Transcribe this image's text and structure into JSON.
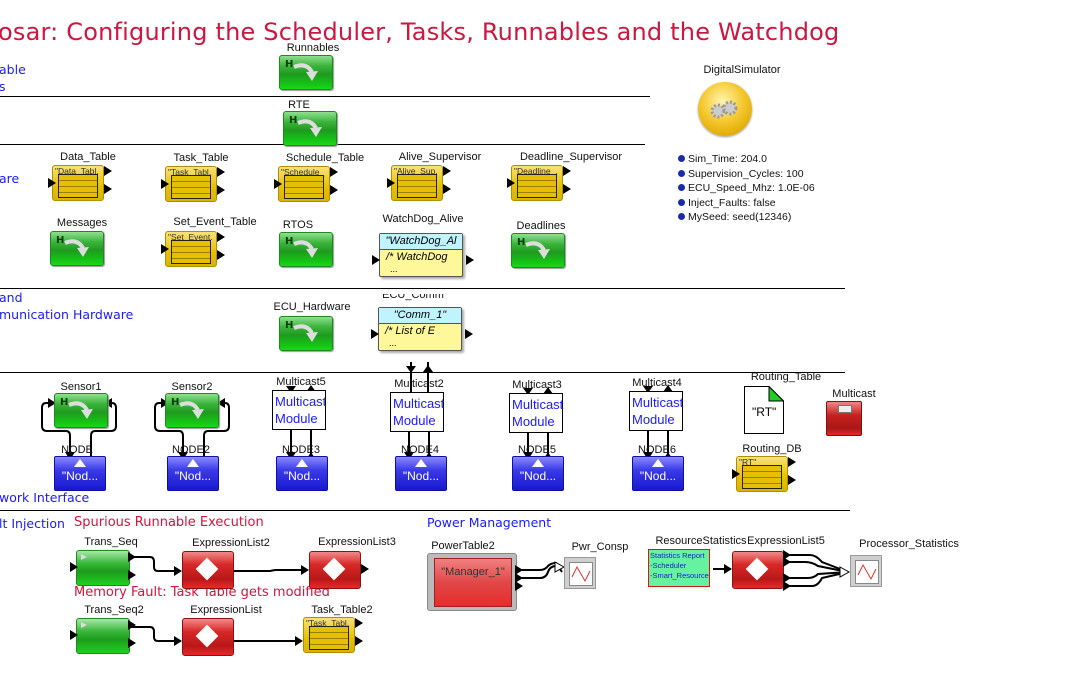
{
  "title": "osar: Configuring the Scheduler, Tasks, Runnables and the Watchdog",
  "sections": {
    "runnable": [
      "able",
      "s"
    ],
    "software": "are",
    "hardware": [
      "and",
      "munication Hardware"
    ],
    "network": "work Interface",
    "fault_injection": "lt Injection",
    "power_management": "Power Management"
  },
  "notes": {
    "spurious": "Spurious Runnable Execution",
    "memory_fault": "Memory Fault: Task Table gets modified"
  },
  "blocks": {
    "runnables": "Runnables",
    "rte": "RTE",
    "data_table": {
      "label": "Data_Table",
      "value": "\"Data_Tabl..."
    },
    "task_table": {
      "label": "Task_Table",
      "value": "\"Task_Tabl..."
    },
    "schedule_table": {
      "label": "Schedule_Table",
      "value": "\"Schedule_..."
    },
    "alive_supervisor": {
      "label": "Alive_Supervisor",
      "value": "\"Alive_Sup..."
    },
    "deadline_supervisor": {
      "label": "Deadline_Supervisor",
      "value": "\"Deadline_..."
    },
    "messages": "Messages",
    "set_event_table": {
      "label": "Set_Event_Table",
      "value": "\"Set_Event..."
    },
    "rtos": "RTOS",
    "watchdog_alive": {
      "label": "WatchDog_Alive",
      "header": "\"WatchDog_Al",
      "line": "/* WatchDog",
      "dots": "..."
    },
    "deadlines": "Deadlines",
    "ecu_hardware": "ECU_Hardware",
    "ecu_comm": {
      "label": "ECU_Comm",
      "header": "\"Comm_1\"",
      "line": "/* List of E",
      "dots": "..."
    },
    "sensor1": "Sensor1",
    "sensor2": "Sensor2",
    "multicast_modules": [
      {
        "label": "Multicast5",
        "text1": "Multicast",
        "text2": "Module"
      },
      {
        "label": "Multicast2",
        "text1": "Multicast",
        "text2": "Module"
      },
      {
        "label": "Multicast3",
        "text1": "Multicast",
        "text2": "Module"
      },
      {
        "label": "Multicast4",
        "text1": "Multicast",
        "text2": "Module"
      }
    ],
    "nodes": [
      {
        "label": "NODE",
        "value": "\"Nod..."
      },
      {
        "label": "NODE2",
        "value": "\"Nod..."
      },
      {
        "label": "NODE3",
        "value": "\"Nod..."
      },
      {
        "label": "NODE4",
        "value": "\"Nod..."
      },
      {
        "label": "NODE5",
        "value": "\"Nod..."
      },
      {
        "label": "NODE6",
        "value": "\"Nod..."
      }
    ],
    "routing_table": {
      "label": "Routing_Table",
      "value": "\"RT\""
    },
    "routing_db": {
      "label": "Routing_DB",
      "value": "\"RT\""
    },
    "multicast": "Multicast",
    "trans_seq": "Trans_Seq",
    "expression_list2": "ExpressionList2",
    "expression_list3": "ExpressionList3",
    "trans_seq2": "Trans_Seq2",
    "expression_list": "ExpressionList",
    "task_table2": {
      "label": "Task_Table2",
      "value": "\"Task_Tabl..."
    },
    "power_table2": {
      "label": "PowerTable2",
      "value": "\"Manager_1\""
    },
    "pwr_consp": "Pwr_Consp",
    "resource_statistics": {
      "label": "ResourceStatistics",
      "lines": [
        "Statistics Report",
        "-Scheduler",
        "-Smart_Resource"
      ]
    },
    "expression_list5": "ExpressionList5",
    "processor_statistics": "Processor_Statistics"
  },
  "director": {
    "label": "DigitalSimulator",
    "params": [
      "Sim_Time: 204.0",
      "Supervision_Cycles: 100",
      "ECU_Speed_Mhz: 1.0E-06",
      "Inject_Faults: false",
      "MySeed: seed(12346)"
    ]
  },
  "colors": {
    "title": "#cc1740",
    "section": "#1a1aff",
    "hier_block": "#22a822",
    "table_block": "#e6c000",
    "node_block": "#2828dc",
    "expression_block": "#c81e1e"
  }
}
